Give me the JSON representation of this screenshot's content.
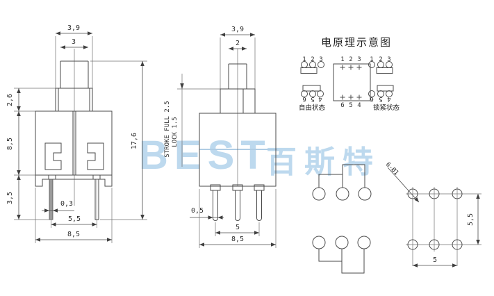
{
  "watermark": {
    "latin": "BEST",
    "chinese": "百斯特",
    "color": "#bdd9ee"
  },
  "front_view": {
    "dim_cap_width": "3,9",
    "dim_plunger_width": "3",
    "dim_cap_height": "2,6",
    "dim_body_height": "8,5",
    "dim_pin_length": "3,5",
    "dim_total_height": "17,6",
    "dim_pin_thickness": "0,3",
    "dim_pin_span": "5,5",
    "dim_body_width": "8,5"
  },
  "side_view": {
    "dim_cap_width": "3,9",
    "dim_plunger_width": "2",
    "stroke_note": "STROKE FULL 2.5",
    "lock_note": "LOCK 1.5",
    "dim_pin_width": "0,5",
    "dim_pin_span": "5",
    "dim_body_width": "8,5"
  },
  "schematic": {
    "title": "电原理示意图",
    "free": {
      "label": "自由状态",
      "pins_top": [
        "1",
        "2",
        "3"
      ],
      "pins_bottom": [
        "6",
        "5",
        "4"
      ]
    },
    "locked": {
      "label": "锁紧状态",
      "pins_top": [
        "1",
        "2",
        "3"
      ],
      "pins_bottom": [
        "6",
        "5",
        "4"
      ]
    },
    "center": {
      "pins_top": [
        "1",
        "2",
        "3"
      ],
      "pins_bottom": [
        "6",
        "5",
        "4"
      ]
    }
  },
  "pcb": {
    "hole_callout": "6-Ø1",
    "dim_row_pitch": "5,5",
    "dim_col_pitch": "5"
  }
}
